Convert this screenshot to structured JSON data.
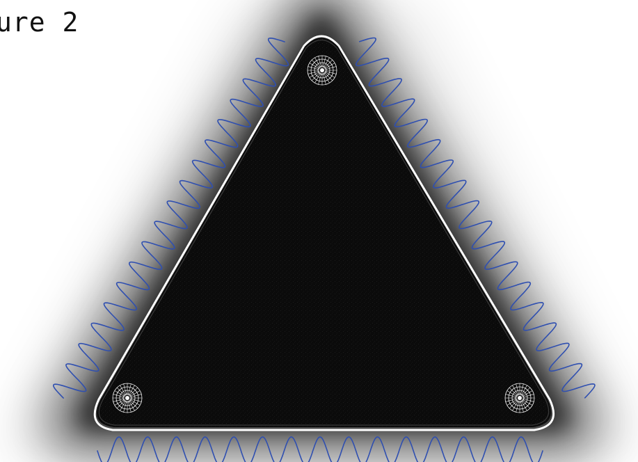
{
  "figure": {
    "title": "ure 2"
  },
  "colors": {
    "background": "#ffffff",
    "halo": "#000000",
    "plate": "#0a0a0a",
    "plate_edge": "#ffffff",
    "wave": "#2f4fb0",
    "marker": "#ffffff"
  },
  "diagram": {
    "shape": "rounded-triangle",
    "corner_markers": 3,
    "wave_edges": 3
  }
}
